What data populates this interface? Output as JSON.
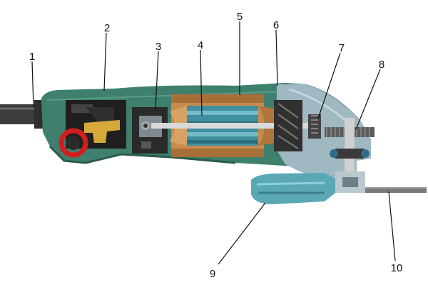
{
  "colors": {
    "housing": "#3f7f6e",
    "housing_dark": "#2a5a4f",
    "cord": "#3c3c3c",
    "gear_head": "#9fb8c2",
    "guard": "#5aa8b3",
    "copper": "#c98a4e",
    "armature": "#3f8fa0",
    "switch_red": "#d11f1f",
    "trigger_yellow": "#d7a83a",
    "disc": "#7a7a7a"
  },
  "icons": [
    "angle-grinder-cutaway"
  ],
  "callouts": [
    {
      "id": "1",
      "text": "1"
    },
    {
      "id": "2",
      "text": "2"
    },
    {
      "id": "3",
      "text": "3"
    },
    {
      "id": "4",
      "text": "4"
    },
    {
      "id": "5",
      "text": "5"
    },
    {
      "id": "6",
      "text": "6"
    },
    {
      "id": "7",
      "text": "7"
    },
    {
      "id": "8",
      "text": "8"
    },
    {
      "id": "9",
      "text": "9"
    },
    {
      "id": "10",
      "text": "10"
    }
  ]
}
